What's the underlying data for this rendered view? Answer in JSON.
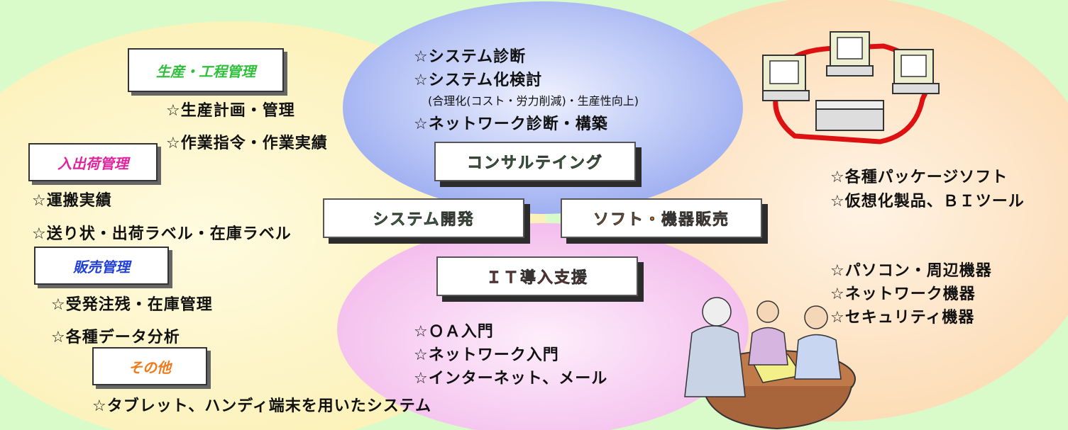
{
  "colors": {
    "background": "#d9fbc9",
    "left_area": "#fdf6c4",
    "right_area": "#fde0bc",
    "top_area": "#b8c6f4",
    "bottom_area": "#f6c9ef",
    "production_title": "#2fbf3a",
    "shipping_title": "#e0229e",
    "sales_title": "#1f3fd8",
    "other_title": "#f07a1a",
    "consulting_title": "#2fbf3a",
    "sysdev_title": "#3ecb4a",
    "software_title": "#f07a1a",
    "it_title": "#e5201e"
  },
  "left": {
    "production": {
      "title": "生産・工程管理",
      "items": [
        "☆生産計画・管理",
        "☆作業指令・作業実績"
      ]
    },
    "shipping": {
      "title": "入出荷管理",
      "items": [
        "☆運搬実績",
        "☆送り状・出荷ラベル・在庫ラベル"
      ]
    },
    "sales": {
      "title": "販売管理",
      "items": [
        "☆受発注残・在庫管理",
        "☆各種データ分析"
      ]
    },
    "other": {
      "title": "その他",
      "items": [
        "☆タブレット、ハンディ端末を用いたシステム"
      ]
    }
  },
  "top": {
    "items": [
      "☆システム診断",
      "☆システム化検討",
      "(合理化(コスト・労力削減)・生産性向上)",
      "☆ネットワーク診断・構築"
    ],
    "title": "コンサルテイング"
  },
  "center": {
    "sysdev_title": "システム開発",
    "software_title": "ソフト・機器販売"
  },
  "bottom": {
    "title": "ＩＴ導入支援",
    "items": [
      "☆ＯＡ入門",
      "☆ネットワーク入門",
      "☆インターネット、メール"
    ]
  },
  "right": {
    "software_items": [
      "☆各種パッケージソフト",
      "☆仮想化製品、ＢＩツール"
    ],
    "hardware_items": [
      "☆パソコン・周辺機器",
      "☆ネットワーク機器",
      "☆セキュリティ機器"
    ]
  },
  "icons": [
    "computer-network-illustration",
    "business-meeting-illustration"
  ]
}
